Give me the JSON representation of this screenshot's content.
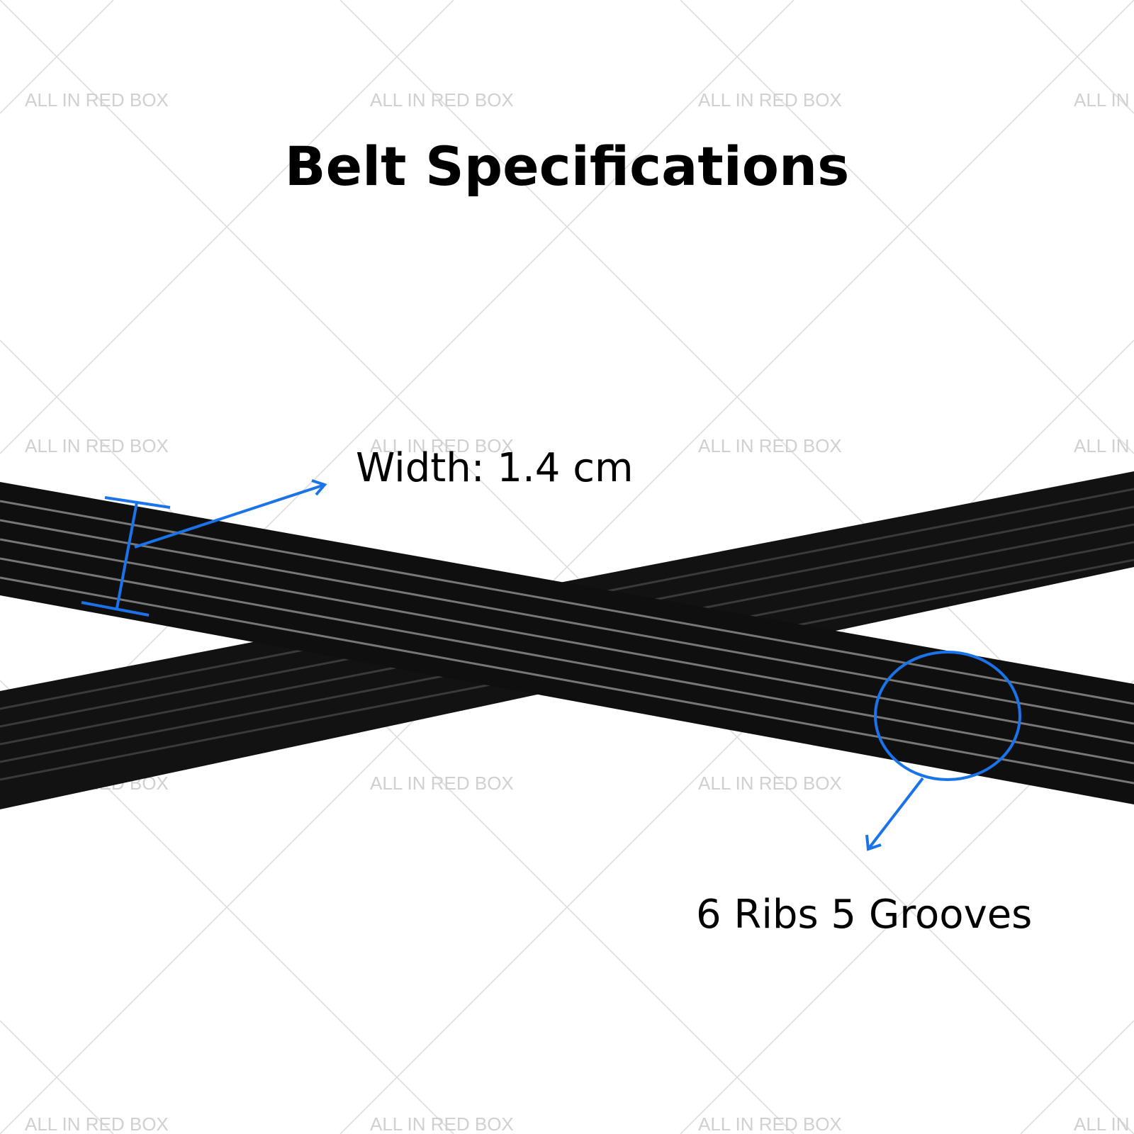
{
  "title": "Belt Specifications",
  "width_label": "Width: 1.4 cm",
  "ribs_label": "6 Ribs 5 Grooves",
  "watermark_text": "ALL IN RED BOX",
  "colors": {
    "background": "#ffffff",
    "belt": "#111111",
    "belt_rib_highlight": "#3a3a3a",
    "annotation": "#1a73e8",
    "watermark": "#cfcfcf",
    "text": "#000000"
  }
}
